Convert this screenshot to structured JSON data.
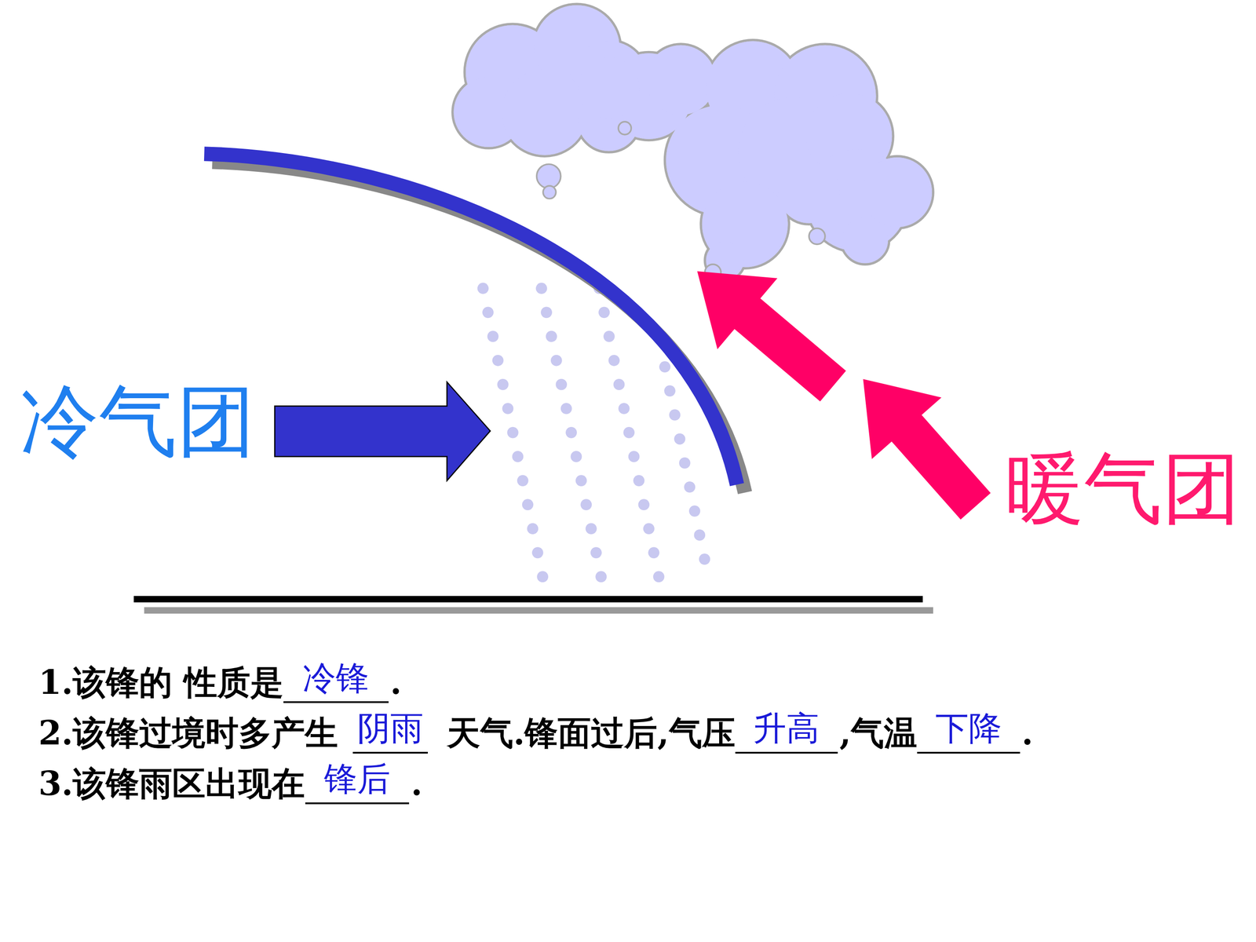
{
  "diagram": {
    "labels": [
      "冷气团",
      "暖气团",
      "1.该锋的 性质是",
      "冷锋",
      ".",
      "2.该锋过境时多产生",
      "阴雨",
      "天气.锋面过后,气压",
      "升高",
      ",气温",
      "下降",
      ".",
      "3.该锋雨区出现在",
      "锋后",
      "."
    ]
  }
}
